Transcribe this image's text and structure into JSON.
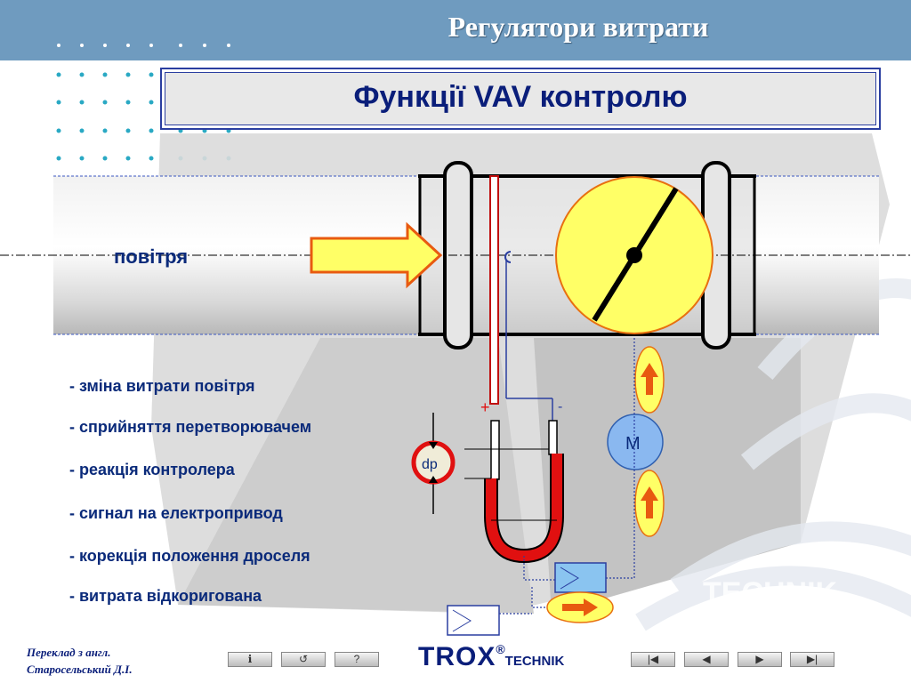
{
  "header": {
    "title": "Регулятори витрати",
    "subtitle": "Функції VAV контролю"
  },
  "diagram": {
    "air_label": "повітря",
    "plus_sign": "+",
    "minus_sign": "-",
    "dp_label": "dp",
    "motor_label": "M",
    "background_watermark": "TECHNIK"
  },
  "functions": [
    "- зміна витрати повітря",
    "- сприйняття перетворювачем",
    "- реакція контролера",
    "- сигнал на електропривод",
    "- корекція положення дроселя",
    "- витрата відкоригована"
  ],
  "footer": {
    "credit_line1": "Переклад з англ.",
    "credit_line2": "Старосельський Д.І.",
    "logo_main": "TROX",
    "logo_reg": "®",
    "logo_sub": "TECHNIK",
    "left_buttons": [
      {
        "name": "info-button",
        "icon": "info-icon",
        "glyph": "ℹ"
      },
      {
        "name": "back-button",
        "icon": "return-icon",
        "glyph": "↺"
      },
      {
        "name": "help-button",
        "icon": "question-icon",
        "glyph": "?"
      }
    ],
    "right_buttons": [
      {
        "name": "first-slide-button",
        "icon": "skip-first-icon",
        "glyph": "|◀"
      },
      {
        "name": "previous-slide-button",
        "icon": "previous-icon",
        "glyph": "◀"
      },
      {
        "name": "next-slide-button",
        "icon": "next-icon",
        "glyph": "▶"
      },
      {
        "name": "last-slide-button",
        "icon": "skip-last-icon",
        "glyph": "▶|"
      }
    ]
  },
  "colors": {
    "title_bar": "#6f9bbf",
    "text_blue": "#0a2a7a",
    "arrow_yellow": "#ffff66",
    "arrow_orange": "#e85a10",
    "liquid_red": "#e01010"
  }
}
